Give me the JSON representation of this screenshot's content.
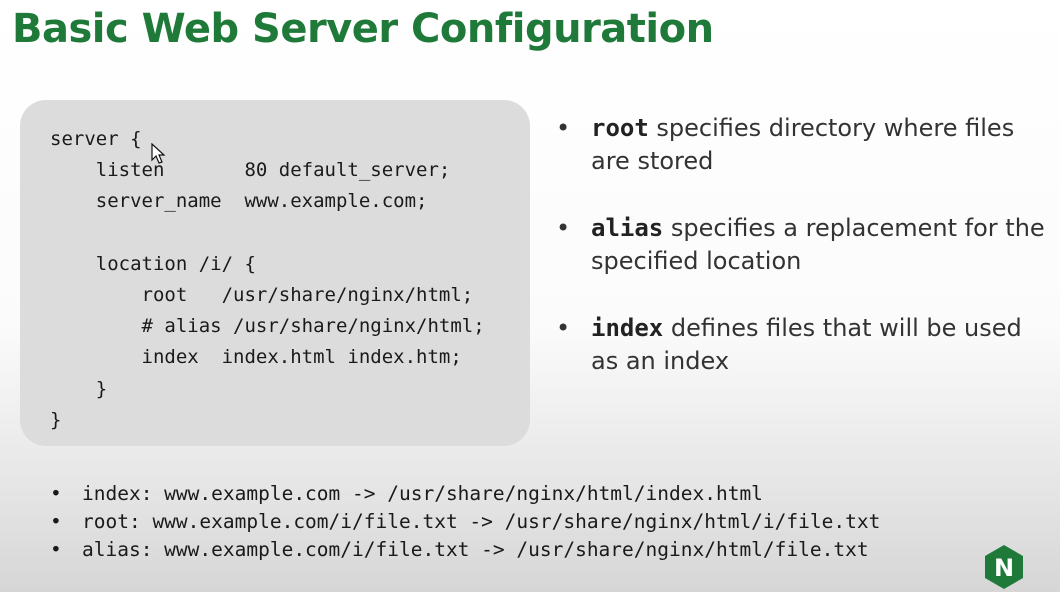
{
  "slide": {
    "title": "Basic Web Server Configuration",
    "code_lines": [
      "server {",
      "    listen       80 default_server;",
      "    server_name  www.example.com;",
      "",
      "    location /i/ {",
      "        root   /usr/share/nginx/html;",
      "        # alias /usr/share/nginx/html;",
      "        index  index.html index.htm;",
      "    }",
      "}"
    ],
    "bullets": [
      {
        "keyword": "root",
        "text": " specifies directory where files are stored"
      },
      {
        "keyword": "alias",
        "text": " specifies a replacement for the specified location"
      },
      {
        "keyword": "index",
        "text": " defines files that will be used as an index"
      }
    ],
    "path_examples": [
      "index: www.example.com -> /usr/share/nginx/html/index.html",
      "root: www.example.com/i/file.txt -> /usr/share/nginx/html/i/file.txt",
      "alias: www.example.com/i/file.txt -> /usr/share/nginx/html/file.txt"
    ],
    "bullet_glyph": "•",
    "logo": {
      "icon": "nginx-logo-icon",
      "letter": "N",
      "color": "#1f7a3a"
    },
    "cursor_icon": "mouse-pointer-icon",
    "accent_color": "#1f7a3a"
  }
}
